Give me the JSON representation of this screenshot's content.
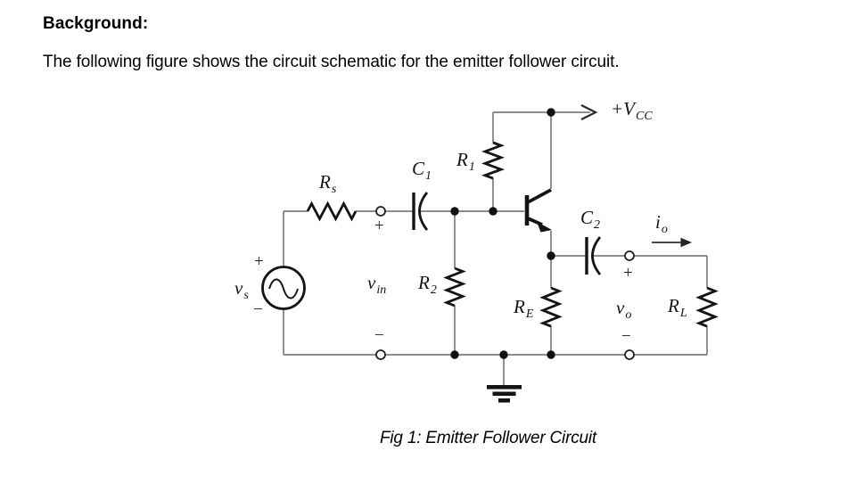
{
  "document": {
    "heading": "Background:",
    "intro": "The following figure shows the circuit schematic for the emitter follower circuit.",
    "caption": "Fig 1: Emitter Follower Circuit"
  },
  "circuit": {
    "supply": {
      "main": "+V",
      "sub": "CC"
    },
    "components": {
      "rs": {
        "main": "R",
        "sub": "s"
      },
      "r1": {
        "main": "R",
        "sub": "1"
      },
      "r2": {
        "main": "R",
        "sub": "2"
      },
      "re": {
        "main": "R",
        "sub": "E"
      },
      "rl": {
        "main": "R",
        "sub": "L"
      },
      "c1": {
        "main": "C",
        "sub": "1"
      },
      "c2": {
        "main": "C",
        "sub": "2"
      }
    },
    "signals": {
      "vs": {
        "main": "v",
        "sub": "s"
      },
      "vin": {
        "main": "v",
        "sub": "in"
      },
      "vo": {
        "main": "v",
        "sub": "o"
      },
      "io": {
        "main": "i",
        "sub": "o"
      }
    },
    "polarity": {
      "plus": "+",
      "minus": "−"
    },
    "colors": {
      "wire": "#7d7d7d",
      "component": "#141414"
    }
  }
}
